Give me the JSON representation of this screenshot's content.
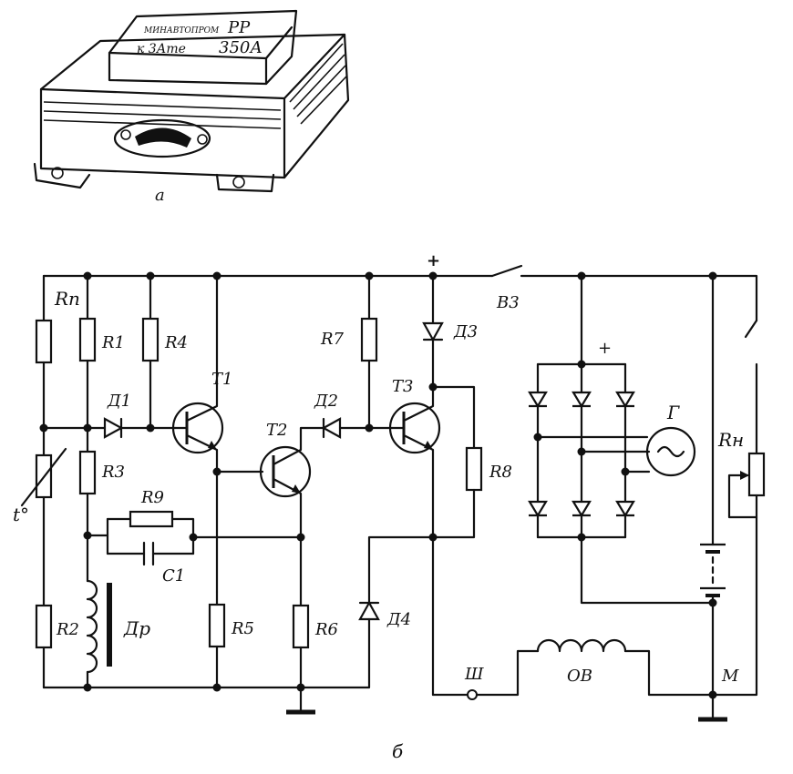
{
  "device": {
    "label_top": "МИНАВТОПРОМ",
    "label_left": "к 3Ате",
    "label_right_1": "РР",
    "label_right_2": "350А",
    "caption": "а"
  },
  "schematic": {
    "caption": "б",
    "labels": {
      "Rp": "Rп",
      "R1": "R1",
      "R2": "R2",
      "R3": "R3",
      "R4": "R4",
      "R5": "R5",
      "R6": "R6",
      "R7": "R7",
      "R8": "R8",
      "R9": "R9",
      "Rn": "Rн",
      "T1": "T1",
      "T2": "T2",
      "T3": "T3",
      "D1": "Д1",
      "D2": "Д2",
      "D3": "Д3",
      "D4": "Д4",
      "C1": "C1",
      "Dr": "Др",
      "V3": "В3",
      "G": "Г",
      "OV": "ОВ",
      "Sh": "Ш",
      "M": "М",
      "plus1": "+",
      "plus2": "+",
      "temp": "t°"
    }
  }
}
